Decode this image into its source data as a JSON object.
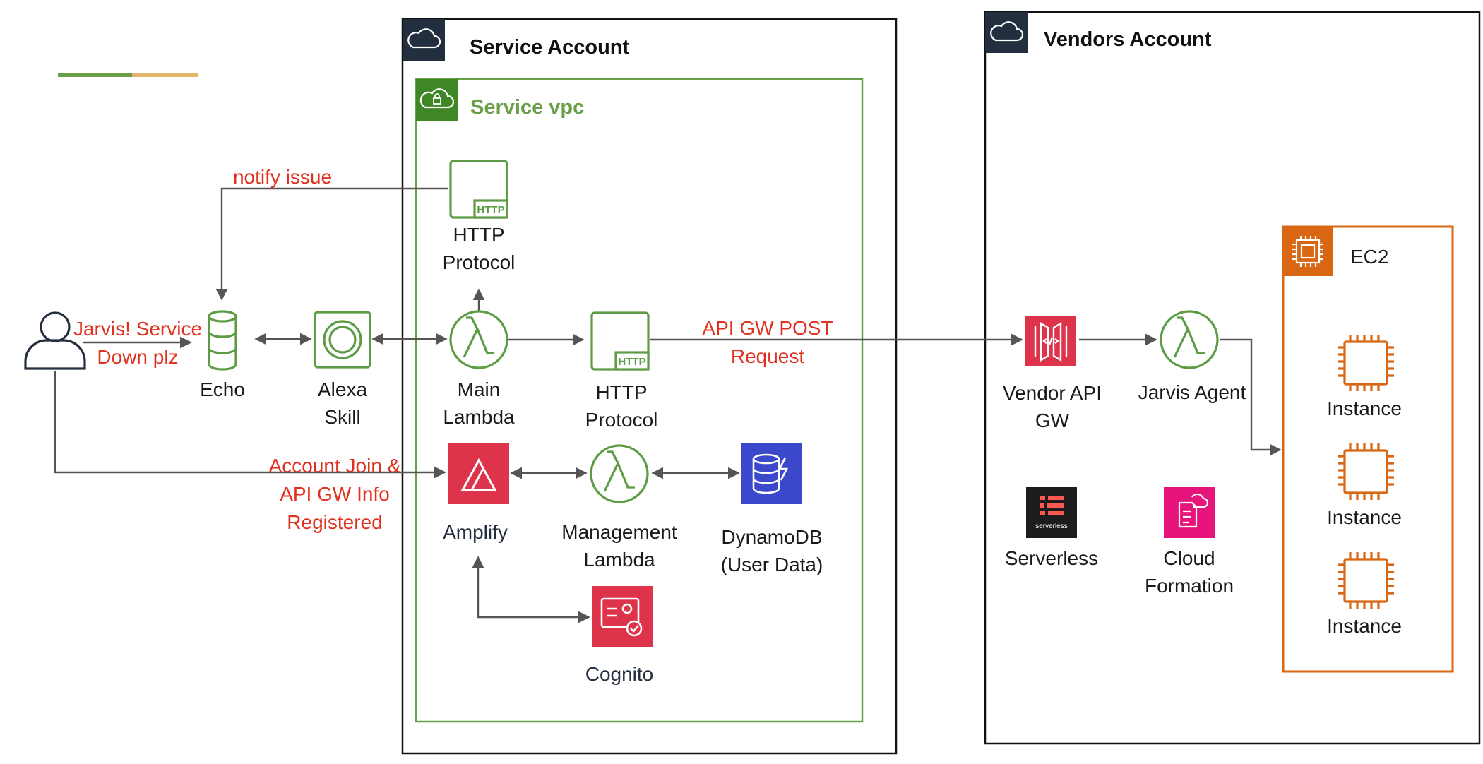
{
  "containers": {
    "service_account": "Service Account",
    "service_vpc": "Service vpc",
    "vendors_account": "Vendors Account",
    "ec2": "EC2"
  },
  "nodes": {
    "echo": "Echo",
    "alexa_skill": [
      "Alexa",
      "Skill"
    ],
    "http_protocol_top": [
      "HTTP",
      "Protocol"
    ],
    "main_lambda": [
      "Main",
      "Lambda"
    ],
    "http_protocol_mid": [
      "HTTP",
      "Protocol"
    ],
    "amplify": "Amplify",
    "management_lambda": [
      "Management",
      "Lambda"
    ],
    "dynamodb": [
      "DynamoDB",
      "(User Data)"
    ],
    "cognito": "Cognito",
    "vendor_api_gw": [
      "Vendor API",
      "GW"
    ],
    "jarvis_agent": "Jarvis Agent",
    "serverless": "Serverless",
    "serverless_logo_text": "serverless",
    "cloudformation": [
      "Cloud",
      "Formation"
    ],
    "instances": [
      "Instance",
      "Instance",
      "Instance"
    ],
    "http_badge": "HTTP"
  },
  "edge_labels": {
    "notify_issue": "notify issue",
    "jarvis_request": [
      "Jarvis! Service",
      "Down plz"
    ],
    "api_gw_post": [
      "API GW POST",
      "Request"
    ],
    "account_join": [
      "Account Join &",
      "API GW Info",
      "Registered"
    ]
  },
  "colors": {
    "green": "#5d9b45",
    "vpc_green": "#6a9f4a",
    "aws_red": "#dd344c",
    "orange": "#d86613",
    "dynamo_blue": "#3b48cc",
    "cf_pink": "#e7157b",
    "label_red": "#e0301e",
    "cloud_header": "#232f3e"
  }
}
